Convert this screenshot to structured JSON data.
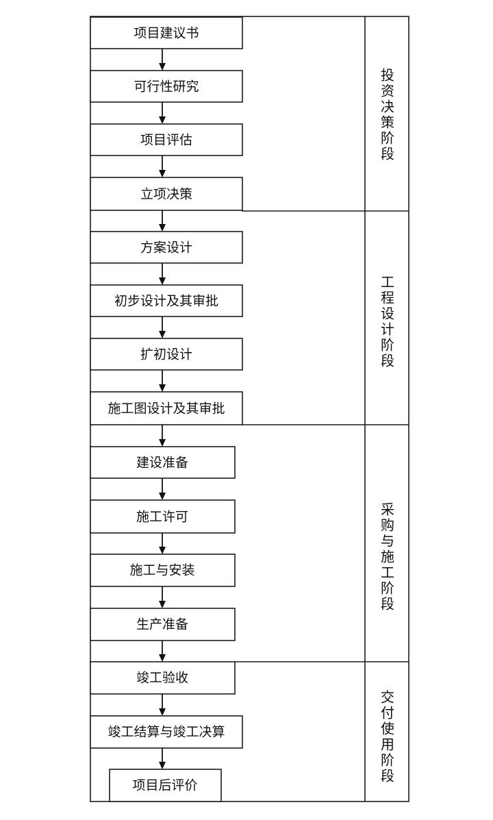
{
  "steps": [
    "项目建议书",
    "可行性研究",
    "项目评估",
    "立项决策",
    "方案设计",
    "初步设计及其审批",
    "扩初设计",
    "施工图设计及其审批",
    "建设准备",
    "施工许可",
    "施工与安装",
    "生产准备",
    "竣工验收",
    "竣工结算与竣工决算",
    "项目后评价"
  ],
  "phases": [
    "投资决策阶段",
    "工程设计阶段",
    "采购与施工阶段",
    "交付使用阶段"
  ],
  "colors": {
    "line": "#1a1a1a",
    "box_fill": "#ffffff",
    "text": "#111111"
  }
}
